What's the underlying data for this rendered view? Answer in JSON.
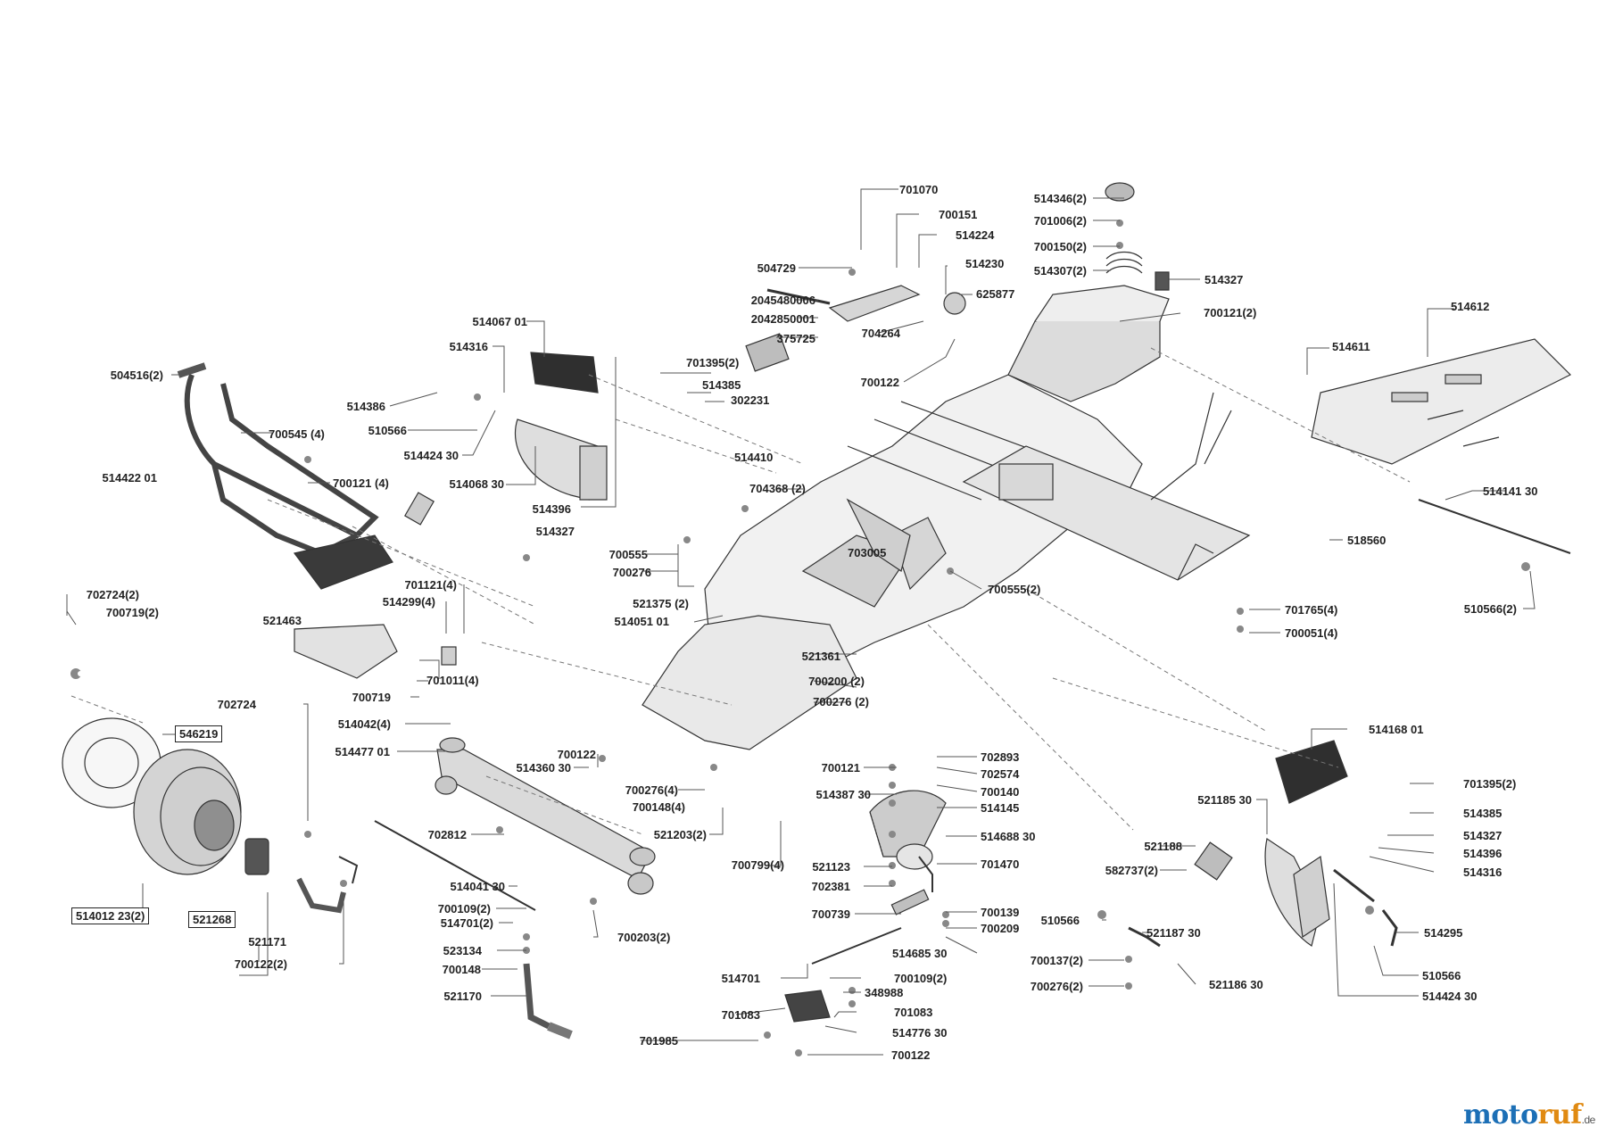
{
  "brand": {
    "main": "moto",
    "accent": "ruf",
    "suffix": ".de",
    "main_color": "#1c6fb6",
    "accent_color": "#e08a12"
  },
  "labels": {
    "l701070": "701070",
    "l700151": "700151",
    "l514224": "514224",
    "l514230": "514230",
    "l504729": "504729",
    "l625877": "625877",
    "l2045480006": "2045480006",
    "l2042850001": "2042850001",
    "l375725": "375725",
    "l704264": "704264",
    "l514346_2": "514346(2)",
    "l701006_2": "701006(2)",
    "l700150_2": "700150(2)",
    "l514307_2": "514307(2)",
    "l514327_top": "514327",
    "l700121_2": "700121(2)",
    "l514612": "514612",
    "l514611": "514611",
    "l700122_top": "700122",
    "l514067_01": "514067 01",
    "l514316_top": "514316",
    "l504516_2": "504516(2)",
    "l514386": "514386",
    "l510566_left": "510566",
    "l514424_30_top": "514424 30",
    "l514068_30": "514068 30",
    "l514396_top": "514396",
    "l514327_mid": "514327",
    "l701395_2_top": "701395(2)",
    "l514385_top": "514385",
    "l302231": "302231",
    "l514410": "514410",
    "l700545_4": "700545 (4)",
    "l700121_4": "700121 (4)",
    "l514422_01": "514422 01",
    "l704368_2": "704368 (2)",
    "l700555": "700555",
    "l700276": "700276",
    "l703005": "703005",
    "l700555_2": "700555(2)",
    "l521375_2": "521375 (2)",
    "l514051_01": "514051 01",
    "l514141_30": "514141 30",
    "l518560": "518560",
    "l701765_4": "701765(4)",
    "l700051_4": "700051(4)",
    "l510566_2": "510566(2)",
    "l521361": "521361",
    "l700200_2": "700200 (2)",
    "l700276_2_mid": "700276 (2)",
    "l702724_2": "702724(2)",
    "l700719_2": "700719(2)",
    "l701121_4": "701121(4)",
    "l514299_4": "514299(4)",
    "l521463": "521463",
    "l701011_4": "701011(4)",
    "l700719": "700719",
    "l702724": "702724",
    "l514042_4": "514042(4)",
    "l546219": "546219",
    "l514477_01": "514477 01",
    "l700122_mid": "700122",
    "l514360_30": "514360 30",
    "l700276_4": "700276(4)",
    "l700148_4": "700148(4)",
    "l521203_2": "521203(2)",
    "l700799_4": "700799(4)",
    "l702812": "702812",
    "l514041_30": "514041 30",
    "l700109_2_left": "700109(2)",
    "l514701_2": "514701(2)",
    "l523134": "523134",
    "l700148": "700148",
    "l700122_2": "700122(2)",
    "l521170": "521170",
    "l514012_23_2": "514012 23(2)",
    "l521268": "521268",
    "l521171": "521171",
    "l700203_2": "700203(2)",
    "l702893": "702893",
    "l702574": "702574",
    "l700121_mid": "700121",
    "l700140": "700140",
    "l514387_30": "514387 30",
    "l514145": "514145",
    "l514688_30": "514688 30",
    "l701470": "701470",
    "l521123": "521123",
    "l702381": "702381",
    "l700739": "700739",
    "l700139": "700139",
    "l700209": "700209",
    "l514685_30": "514685 30",
    "l514701": "514701",
    "l700109_2_bot": "700109(2)",
    "l348988": "348988",
    "l701083_a": "701083",
    "l701083_b": "701083",
    "l514776_30": "514776 30",
    "l701985": "701985",
    "l700122_bot": "700122",
    "l514168_01": "514168 01",
    "l701395_2_right": "701395(2)",
    "l514385_right": "514385",
    "l514327_right": "514327",
    "l514396_right": "514396",
    "l514316_right": "514316",
    "l521185_30": "521185 30",
    "l521188": "521188",
    "l582737_2": "582737(2)",
    "l510566_r1": "510566",
    "l521187_30": "521187 30",
    "l700137_2": "700137(2)",
    "l700276_2_bot": "700276(2)",
    "l521186_30": "521186 30",
    "l514295": "514295",
    "l510566_r2": "510566",
    "l514424_30_right": "514424 30"
  },
  "colors": {
    "ink": "#222222",
    "line": "#555555",
    "metal": "#bdbdbd",
    "tire": "#6b6b6b",
    "brand_blue": "#1c6fb6",
    "brand_orange": "#e08a12"
  }
}
